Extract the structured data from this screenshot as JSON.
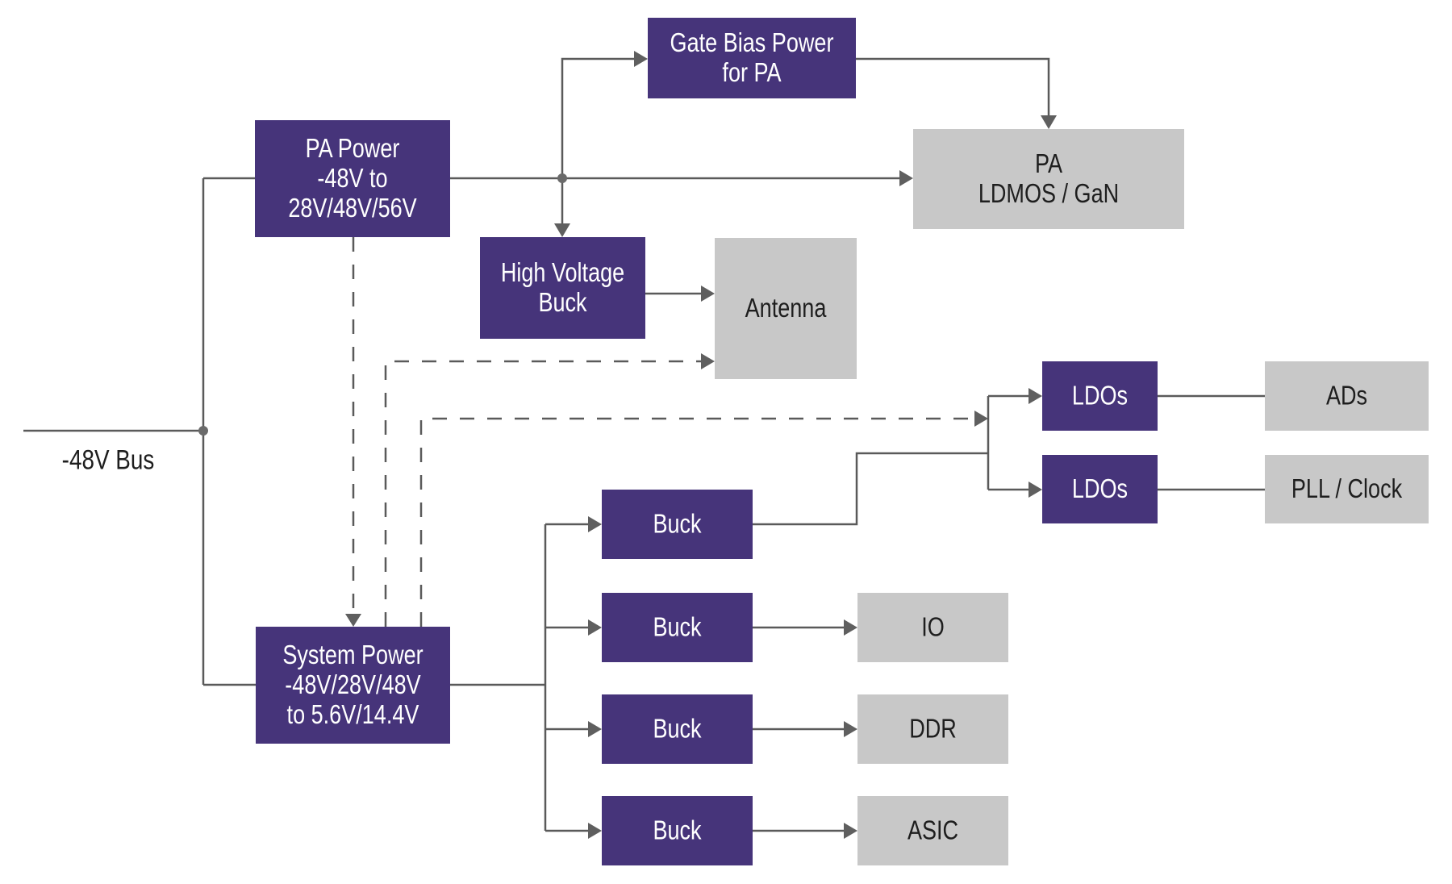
{
  "diagram": {
    "bus_label": "-48V Bus",
    "colors": {
      "converter_block": "#46347a",
      "load_block": "#c8c8c8",
      "wire": "#5a5a5a",
      "converter_text": "#ffffff",
      "load_text": "#1e1e1e"
    },
    "blocks": {
      "pa_power": {
        "lines": [
          "PA Power",
          "-48V to",
          "28V/48V/56V"
        ],
        "kind": "converter"
      },
      "gate_bias": {
        "lines": [
          "Gate Bias Power",
          "for PA"
        ],
        "kind": "converter"
      },
      "pa": {
        "lines": [
          "PA",
          "LDMOS / GaN"
        ],
        "kind": "load"
      },
      "hv_buck": {
        "lines": [
          "High Voltage",
          "Buck"
        ],
        "kind": "converter"
      },
      "antenna": {
        "lines": [
          "Antenna"
        ],
        "kind": "load"
      },
      "ldo_1": {
        "lines": [
          "LDOs"
        ],
        "kind": "converter"
      },
      "ldo_2": {
        "lines": [
          "LDOs"
        ],
        "kind": "converter"
      },
      "ads": {
        "lines": [
          "ADs"
        ],
        "kind": "load"
      },
      "pll_clock": {
        "lines": [
          "PLL / Clock"
        ],
        "kind": "load"
      },
      "system_power": {
        "lines": [
          "System Power",
          "-48V/28V/48V",
          "to 5.6V/14.4V"
        ],
        "kind": "converter"
      },
      "buck_1": {
        "lines": [
          "Buck"
        ],
        "kind": "converter"
      },
      "buck_2": {
        "lines": [
          "Buck"
        ],
        "kind": "converter"
      },
      "buck_3": {
        "lines": [
          "Buck"
        ],
        "kind": "converter"
      },
      "buck_4": {
        "lines": [
          "Buck"
        ],
        "kind": "converter"
      },
      "io": {
        "lines": [
          "IO"
        ],
        "kind": "load"
      },
      "ddr": {
        "lines": [
          "DDR"
        ],
        "kind": "load"
      },
      "asic": {
        "lines": [
          "ASIC"
        ],
        "kind": "load"
      }
    },
    "connections": [
      {
        "from": "-48V Bus",
        "to": "pa_power",
        "style": "solid"
      },
      {
        "from": "-48V Bus",
        "to": "system_power",
        "style": "solid"
      },
      {
        "from": "pa_power",
        "to": "pa",
        "style": "solid"
      },
      {
        "from": "pa_power",
        "to": "gate_bias",
        "style": "solid"
      },
      {
        "from": "pa_power",
        "to": "hv_buck",
        "style": "solid"
      },
      {
        "from": "gate_bias",
        "to": "pa",
        "style": "solid"
      },
      {
        "from": "hv_buck",
        "to": "antenna",
        "style": "solid"
      },
      {
        "from": "pa_power",
        "to": "system_power",
        "style": "dashed"
      },
      {
        "from": "system_power",
        "to": "antenna",
        "style": "dashed"
      },
      {
        "from": "system_power",
        "to": "ldo_1",
        "style": "dashed"
      },
      {
        "from": "system_power",
        "to": "buck_1",
        "style": "solid"
      },
      {
        "from": "system_power",
        "to": "buck_2",
        "style": "solid"
      },
      {
        "from": "system_power",
        "to": "buck_3",
        "style": "solid"
      },
      {
        "from": "system_power",
        "to": "buck_4",
        "style": "solid"
      },
      {
        "from": "buck_1",
        "to": "ldo_1",
        "style": "solid"
      },
      {
        "from": "buck_1",
        "to": "ldo_2",
        "style": "solid"
      },
      {
        "from": "ldo_1",
        "to": "ads",
        "style": "solid"
      },
      {
        "from": "ldo_2",
        "to": "pll_clock",
        "style": "solid"
      },
      {
        "from": "buck_2",
        "to": "io",
        "style": "solid"
      },
      {
        "from": "buck_3",
        "to": "ddr",
        "style": "solid"
      },
      {
        "from": "buck_4",
        "to": "asic",
        "style": "solid"
      }
    ]
  }
}
